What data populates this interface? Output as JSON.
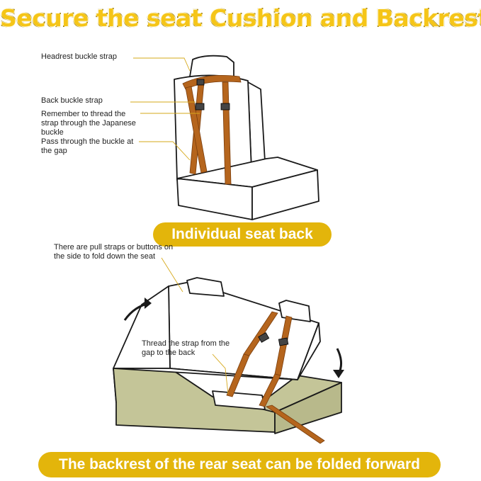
{
  "headline": "Secure the seat Cushion and Backrest",
  "labels": {
    "headrest": "Headrest buckle strap",
    "back": "Back buckle strap",
    "remember": "Remember to thread the strap through the Japanese buckle",
    "pass": "Pass through the buckle at the gap",
    "pull": "There are pull straps or buttons on the side to fold down the seat",
    "thread": "Thread the strap from the gap to the back"
  },
  "badges": {
    "individual": "Individual seat back",
    "folded": "The backrest of the rear seat can be folded forward"
  },
  "colors": {
    "accent_yellow": "#e3b50b",
    "strap_brown": "#b5651d",
    "cushion_olive": "#c4c598",
    "outline": "#1a1a1a"
  }
}
